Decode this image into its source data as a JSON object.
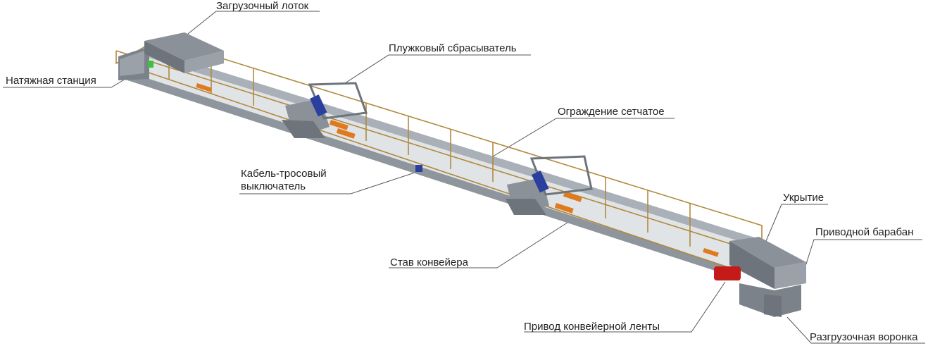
{
  "labels": {
    "loading_chute": "Загрузочный лоток",
    "tension_station": "Натяжная станция",
    "plow_tripper": "Плужковый сбрасыватель",
    "mesh_guard": "Ограждение сетчатое",
    "pull_cord_switch_line1": "Кабель-тросовый",
    "pull_cord_switch_line2": "выключатель",
    "cover": "Укрытие",
    "drive_pulley": "Приводной барабан",
    "conveyor_frame": "Став конвейера",
    "belt_drive": "Привод конвейерной ленты",
    "discharge_hopper": "Разгрузочная воронка"
  },
  "colors": {
    "steel": "#9aa1a8",
    "steel_dark": "#6d747b",
    "guard_frame": "#b08a3e",
    "rollers": "#e07a1f",
    "drive_motor": "#c41a1a",
    "switch_blue": "#2b3f9e",
    "leader_line": "#555555"
  }
}
